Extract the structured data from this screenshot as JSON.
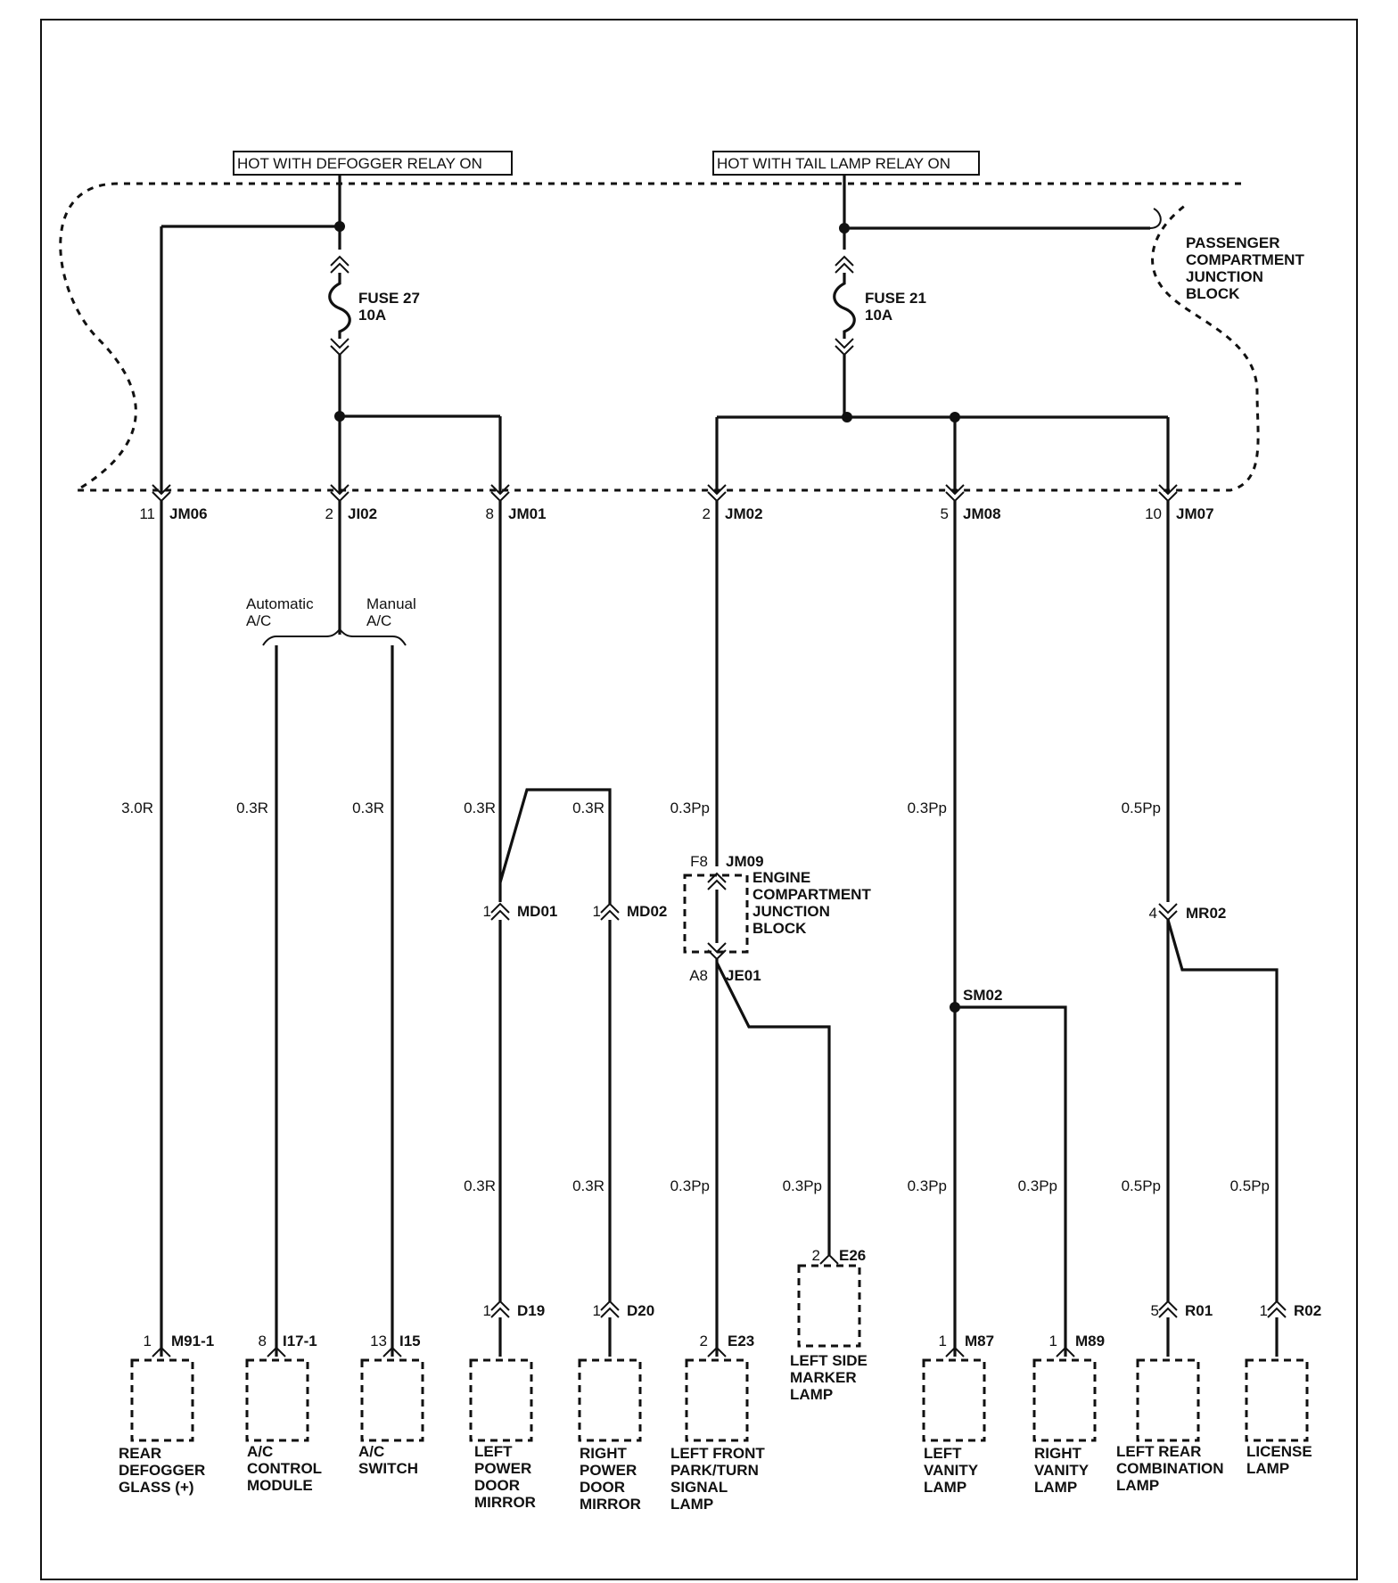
{
  "relays": {
    "defogger": "HOT WITH DEFOGGER RELAY ON",
    "tail": "HOT WITH TAIL LAMP RELAY ON"
  },
  "block": {
    "passenger": [
      "PASSENGER",
      "COMPARTMENT",
      "JUNCTION",
      "BLOCK"
    ],
    "engine": [
      "ENGINE",
      "COMPARTMENT",
      "JUNCTION",
      "BLOCK"
    ]
  },
  "fuses": [
    {
      "name": "FUSE 27",
      "rating": "10A"
    },
    {
      "name": "FUSE 21",
      "rating": "10A"
    }
  ],
  "top_connectors": [
    {
      "pin": "11",
      "id": "JM06"
    },
    {
      "pin": "2",
      "id": "JI02"
    },
    {
      "pin": "8",
      "id": "JM01"
    },
    {
      "pin": "2",
      "id": "JM02"
    },
    {
      "pin": "5",
      "id": "JM08"
    },
    {
      "pin": "10",
      "id": "JM07"
    }
  ],
  "ac_split": {
    "auto": [
      "Automatic",
      "A/C"
    ],
    "manual": [
      "Manual",
      "A/C"
    ]
  },
  "wires_mid": [
    "3.0R",
    "0.3R",
    "0.3R",
    "0.3R",
    "0.3R",
    "0.3Pp",
    "0.3Pp",
    "0.5Pp"
  ],
  "mid_connectors": [
    {
      "pin": "1",
      "id": "MD01"
    },
    {
      "pin": "1",
      "id": "MD02"
    },
    {
      "pin": "F8",
      "id": "JM09"
    },
    {
      "pin": "A8",
      "id": "JE01"
    },
    {
      "pin": "4",
      "id": "MR02"
    }
  ],
  "splice": "SM02",
  "wires_low": [
    "0.3R",
    "0.3R",
    "0.3Pp",
    "0.3Pp",
    "0.3Pp",
    "0.3Pp",
    "0.5Pp",
    "0.5Pp"
  ],
  "bottom_connectors": [
    {
      "pin": "1",
      "id": "D19"
    },
    {
      "pin": "1",
      "id": "D20"
    },
    {
      "pin": "2",
      "id": "E26"
    },
    {
      "pin": "5",
      "id": "R01"
    },
    {
      "pin": "1",
      "id": "R02"
    }
  ],
  "components": [
    {
      "pin": "1",
      "id": "M91-1",
      "name": [
        "REAR",
        "DEFOGGER",
        "GLASS (+)"
      ]
    },
    {
      "pin": "8",
      "id": "I17-1",
      "name": [
        "A/C",
        "CONTROL",
        "MODULE"
      ]
    },
    {
      "pin": "13",
      "id": "I15",
      "name": [
        "A/C",
        "SWITCH"
      ]
    },
    {
      "pin": "",
      "id": "",
      "name": [
        "LEFT",
        "POWER",
        "DOOR",
        "MIRROR"
      ]
    },
    {
      "pin": "",
      "id": "",
      "name": [
        "RIGHT",
        "POWER",
        "DOOR",
        "MIRROR"
      ]
    },
    {
      "pin": "2",
      "id": "E23",
      "name": [
        "LEFT FRONT",
        "PARK/TURN",
        "SIGNAL",
        "LAMP"
      ]
    },
    {
      "pin": "",
      "id": "",
      "name": [
        "LEFT SIDE",
        "MARKER",
        "LAMP"
      ]
    },
    {
      "pin": "1",
      "id": "M87",
      "name": [
        "LEFT",
        "VANITY",
        "LAMP"
      ]
    },
    {
      "pin": "1",
      "id": "M89",
      "name": [
        "RIGHT",
        "VANITY",
        "LAMP"
      ]
    },
    {
      "pin": "",
      "id": "",
      "name": [
        "LEFT REAR",
        "COMBINATION",
        "LAMP"
      ]
    },
    {
      "pin": "",
      "id": "",
      "name": [
        "LICENSE",
        "LAMP"
      ]
    }
  ]
}
